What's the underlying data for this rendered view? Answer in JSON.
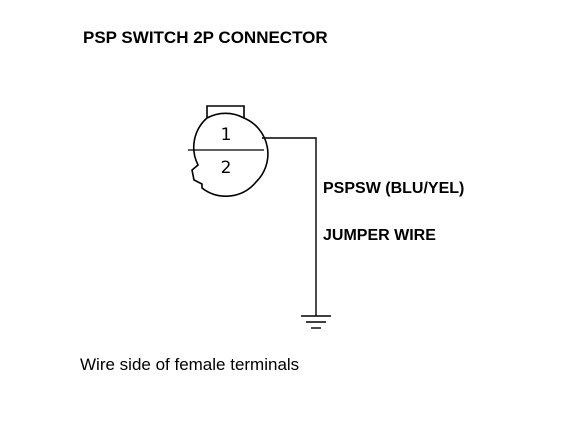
{
  "diagram": {
    "title": "PSP SWITCH 2P CONNECTOR",
    "connector": {
      "pins": [
        {
          "number": "1"
        },
        {
          "number": "2"
        }
      ]
    },
    "wire_label": "PSPSW (BLU/YEL)",
    "jumper_label": "JUMPER WIRE",
    "ground_symbol": "ground-icon",
    "caption": "Wire side of female terminals"
  },
  "colors": {
    "line": "#000000",
    "background": "#ffffff"
  }
}
